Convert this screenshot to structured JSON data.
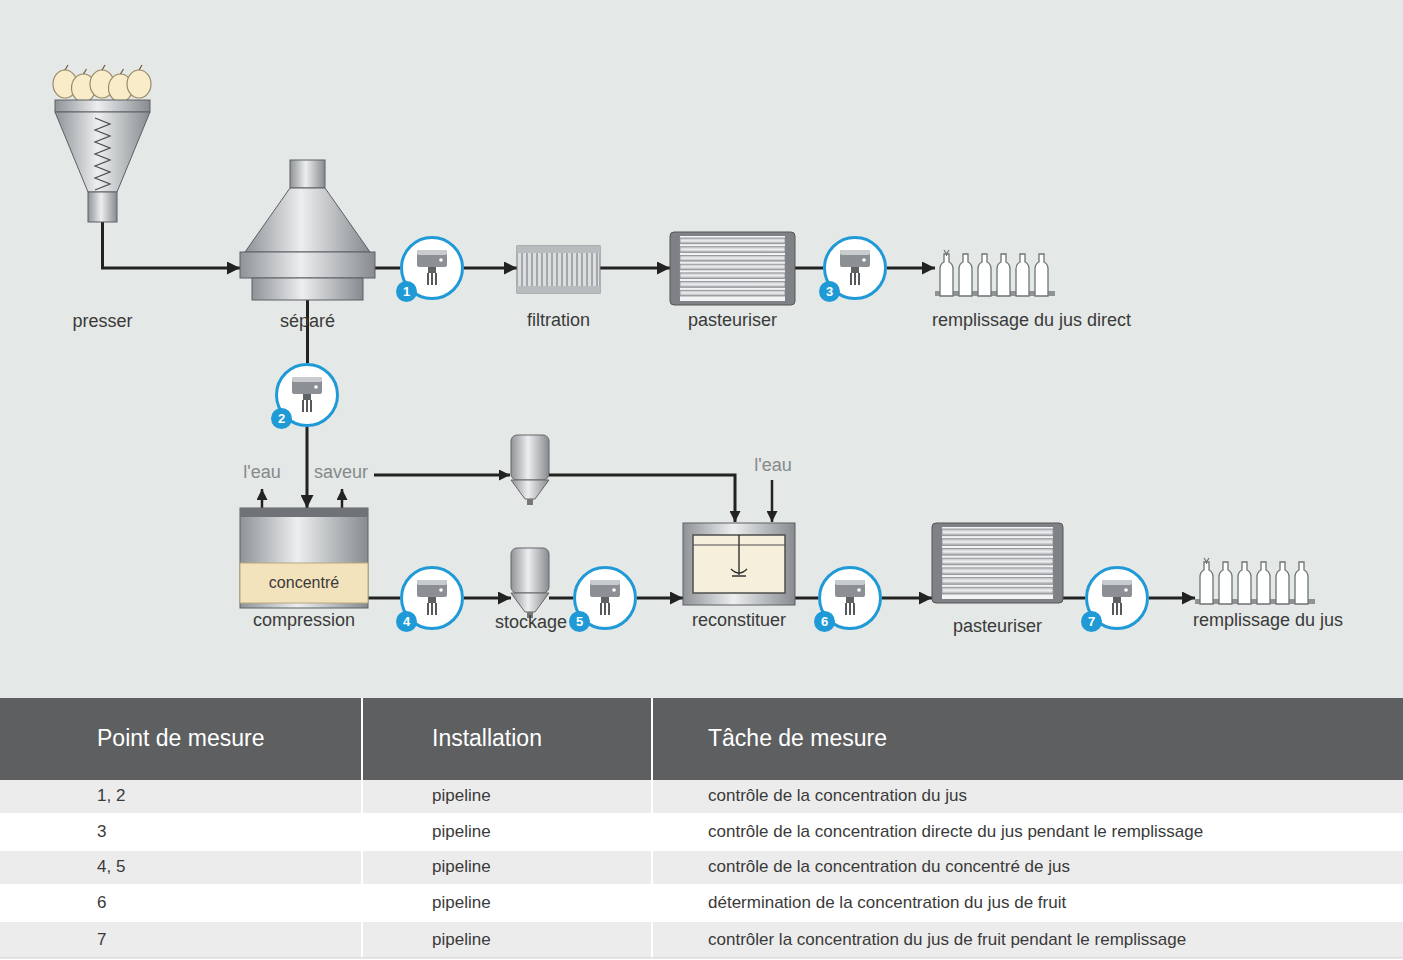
{
  "diagram": {
    "nodes": [
      {
        "text": [
          "presser"
        ]
      },
      {
        "text": [
          "séparé"
        ]
      },
      {
        "text": [
          "1"
        ]
      },
      {
        "text": [
          "filtration"
        ]
      },
      {
        "text": [
          "pasteuriser"
        ]
      },
      {
        "text": [
          "3"
        ]
      },
      {
        "text": [
          "remplissage du jus direct"
        ]
      },
      {
        "text": [
          "2"
        ]
      },
      {
        "text": [
          "concentré",
          "compression"
        ]
      },
      {
        "text": [
          "4"
        ]
      },
      {
        "text": [
          "stockage"
        ]
      },
      {
        "text": [
          "5"
        ]
      },
      {
        "text": [
          "reconstituer"
        ]
      },
      {
        "text": [
          "6"
        ]
      },
      {
        "text": [
          "pasteuriser"
        ]
      },
      {
        "text": [
          "7"
        ]
      },
      {
        "text": [
          "remplissage du jus"
        ]
      }
    ],
    "edges": [
      {
        "from": 0,
        "to": 1,
        "arrow": "to"
      },
      {
        "from": 1,
        "to": 2,
        "arrow": "none"
      },
      {
        "from": 2,
        "to": 3,
        "arrow": "to"
      },
      {
        "from": 3,
        "to": 4,
        "arrow": "to"
      },
      {
        "from": 4,
        "to": 5,
        "arrow": "none"
      },
      {
        "from": 5,
        "to": 6,
        "arrow": "to"
      },
      {
        "from": 1,
        "to": 7,
        "arrow": "none"
      },
      {
        "from": 7,
        "to": 8,
        "arrow": "to"
      },
      {
        "from": 8,
        "to": 9,
        "arrow": "none"
      },
      {
        "from": 9,
        "to": 10,
        "arrow": "to"
      },
      {
        "from": 10,
        "to": 11,
        "arrow": "none"
      },
      {
        "from": 11,
        "to": 12,
        "arrow": "to"
      },
      {
        "from": 12,
        "to": 13,
        "arrow": "none"
      },
      {
        "from": 13,
        "to": 14,
        "arrow": "to"
      },
      {
        "from": 14,
        "to": 15,
        "arrow": "none"
      },
      {
        "from": 15,
        "to": 16,
        "arrow": "to"
      }
    ],
    "labels": [
      "l'eau",
      "saveur",
      "l'eau",
      "Point de mesure",
      "Installation",
      "Tâche de mesure",
      "1, 2",
      "pipeline",
      "contrôle de la concentration du jus",
      "3",
      "pipeline",
      "contrôle de la concentration directe du jus pendant le remplissage",
      "4, 5",
      "pipeline",
      "contrôle de la concentration du concentré de jus",
      "6",
      "pipeline",
      "détermination de la concentration du jus de fruit",
      "7",
      "pipeline",
      "contrôler la concentration du jus de fruit pendant le remplissage"
    ]
  }
}
